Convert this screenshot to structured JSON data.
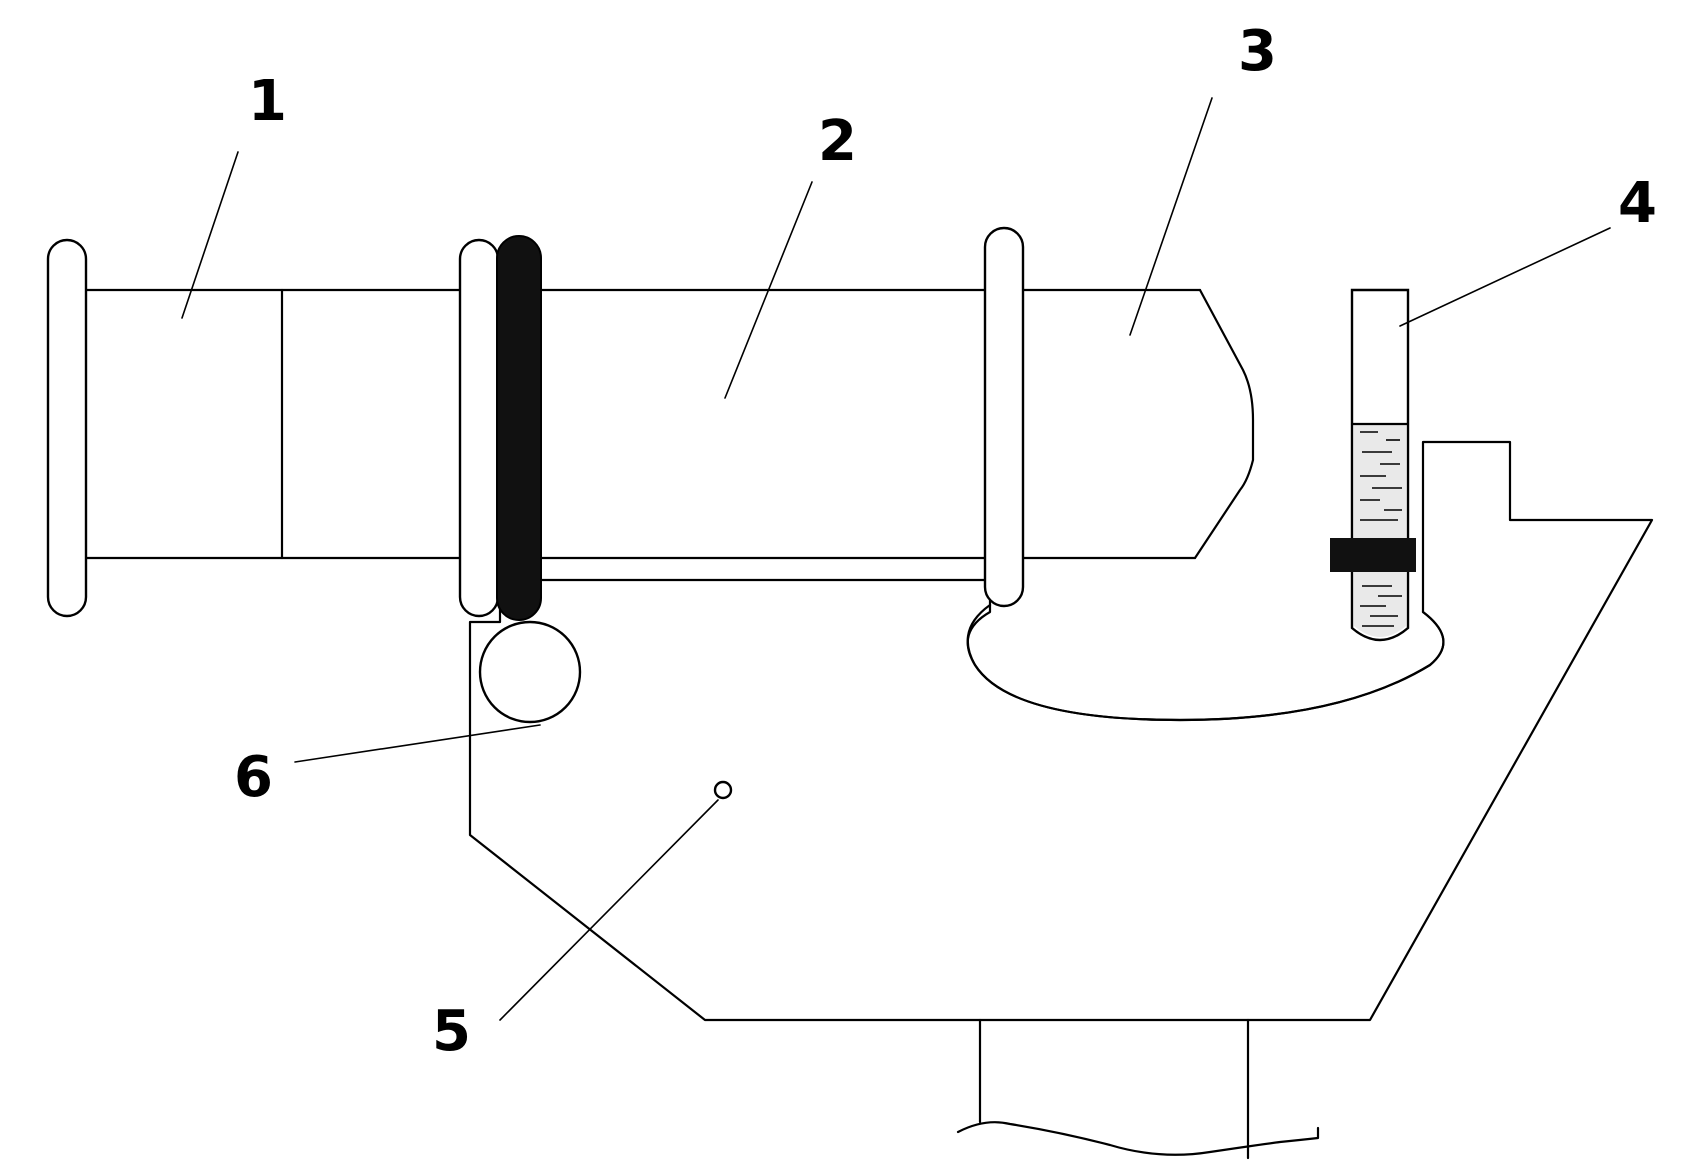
{
  "figure": {
    "labels": {
      "part_1": "1",
      "part_2": "2",
      "part_3": "3",
      "part_4": "4",
      "part_5": "5",
      "part_6": "6"
    }
  }
}
